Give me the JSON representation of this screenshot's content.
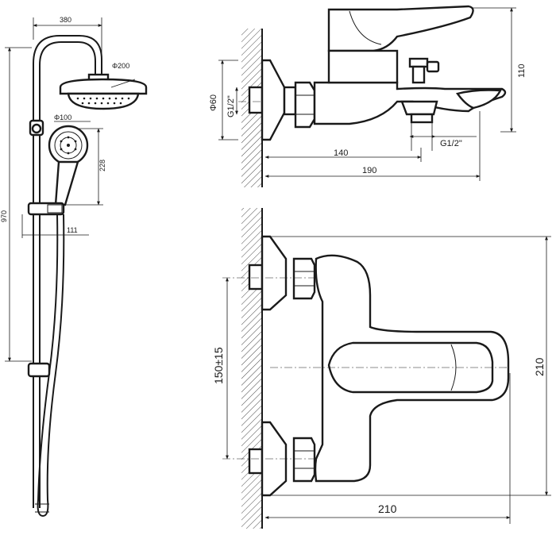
{
  "drawing": {
    "shower_set": {
      "rail_arm_width": "380",
      "total_height": "970",
      "head_diameter": "Φ200",
      "hand_shower_diameter": "Φ100",
      "hand_shower_height": "228",
      "bracket_offset": "111"
    },
    "faucet_side": {
      "body_diameter": "Φ60",
      "inlet_thread": "G1/2\"",
      "outlet_thread": "G1/2\"",
      "outlet_distance": "140",
      "total_depth": "190",
      "height": "110"
    },
    "faucet_top": {
      "inlet_spacing": "150±15",
      "width": "210",
      "depth": "210"
    }
  }
}
